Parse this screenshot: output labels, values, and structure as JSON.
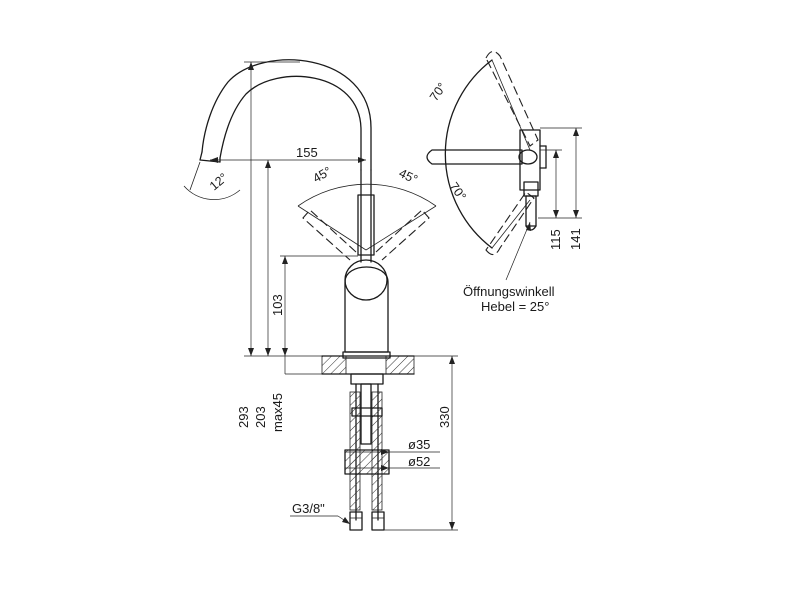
{
  "dimensions": {
    "spout_reach": "155",
    "angle_left": "45°",
    "angle_right": "45°",
    "spout_tilt": "12°",
    "height_total": "293",
    "height_spout": "203",
    "height_lever": "103",
    "max_deck": "max45",
    "shank_length": "330",
    "dia_hole": "ø35",
    "dia_base": "ø52",
    "thread": "G3/8\"",
    "side_angle_top": "70°",
    "side_angle_bottom": "70°",
    "side_height_115": "115",
    "side_height_141": "141"
  },
  "note": {
    "line1": "Öffnungswinkell",
    "line2": "Hebel = 25°"
  }
}
